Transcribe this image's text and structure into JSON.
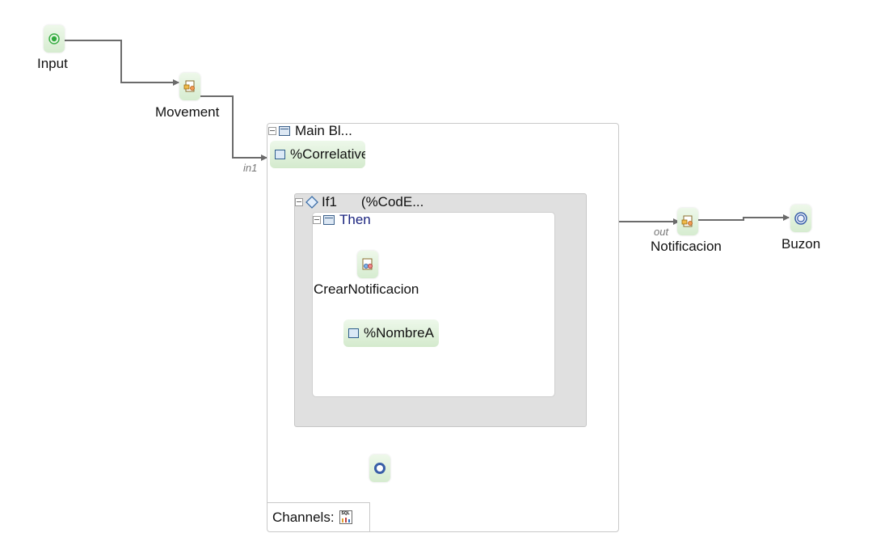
{
  "nodes": {
    "input": "Input",
    "movement": "Movement",
    "notificacion": "Notificacion",
    "buzon": "Buzon",
    "crear_notificacion": "CrearNotificacion"
  },
  "ports": {
    "in1": "in1",
    "out": "out"
  },
  "blocks": {
    "main": "Main  Bl...",
    "if1": "If1",
    "if1_condition": "(%CodE...",
    "then": "Then",
    "correlative": "%Correlative",
    "nombre": "%NombreA"
  },
  "footer": {
    "channels_label": "Channels:",
    "sql_icon_text": "SQL"
  },
  "colors": {
    "node_fill": "#d6ecd0",
    "connector": "#6b6b6b",
    "if_block_fill": "#e0e0e0",
    "then_text": "#1a237e"
  }
}
